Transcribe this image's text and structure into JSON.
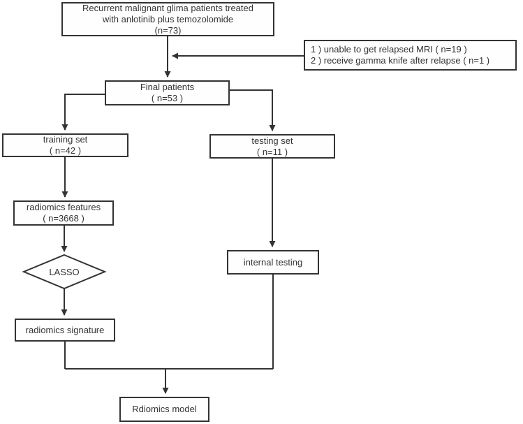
{
  "figure": {
    "type": "flowchart",
    "background": "#ffffff",
    "line_color": "#333333",
    "nodes": {
      "recruitment": {
        "lines": [
          "Recurrent malignant glima patients treated",
          "with anlotinib plus temozolomide",
          "(n=73)"
        ]
      },
      "exclusion": {
        "lines": [
          "1 ) unable to get relapsed MRI ( n=19 )",
          "2 ) receive gamma knife after relapse ( n=1 )"
        ]
      },
      "final_patients": {
        "lines": [
          "Final patients",
          "( n=53 )"
        ]
      },
      "training_set": {
        "lines": [
          "training set",
          "( n=42 )"
        ]
      },
      "testing_set": {
        "lines": [
          "testing set",
          "( n=11 )"
        ]
      },
      "radiomics_features": {
        "lines": [
          "radiomics features",
          "( n=3668 )"
        ]
      },
      "lasso": {
        "label": "LASSO"
      },
      "internal_testing": {
        "label": "internal testing"
      },
      "radiomics_signature": {
        "label": "radiomics signature"
      },
      "radiomics_model": {
        "label": "Rdiomics model"
      }
    }
  }
}
